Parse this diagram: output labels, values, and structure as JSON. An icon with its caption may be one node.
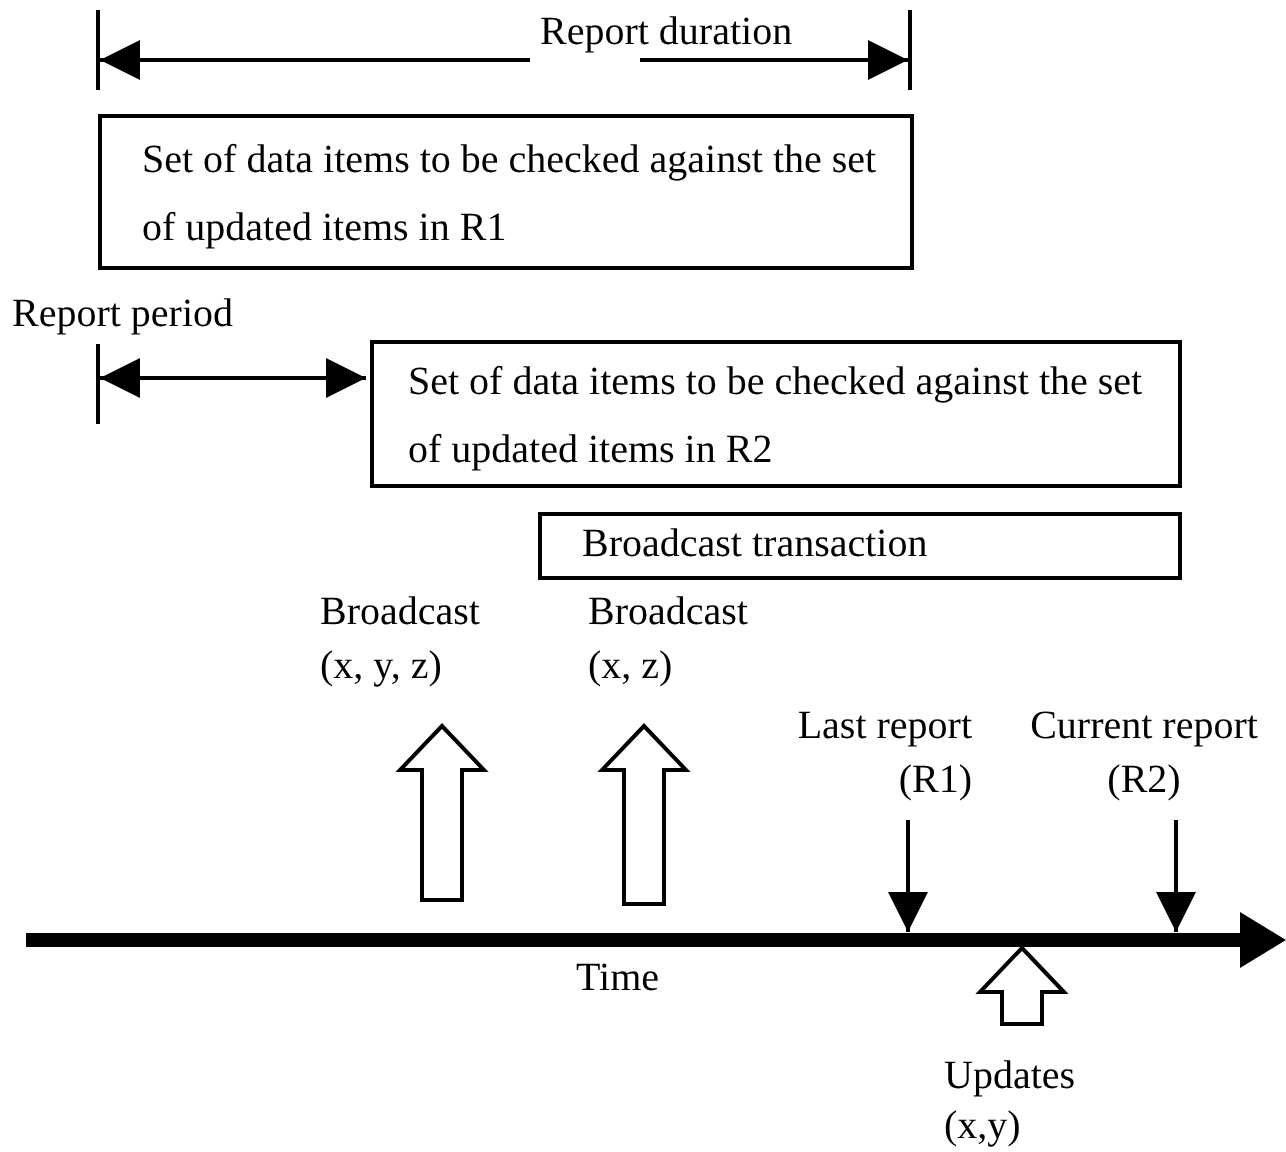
{
  "diagram": {
    "nodes": [
      {
        "text": [
          "Set of data items to be checked against the set of updated items in R1"
        ]
      },
      {
        "text": [
          "Set of data items to be checked against the set of updated items in R2"
        ]
      },
      {
        "text": [
          "Broadcast transaction"
        ]
      },
      {
        "text": [
          "Broadcast (x, y, z)"
        ]
      },
      {
        "text": [
          "Broadcast (x, z)"
        ]
      },
      {
        "text": [
          "Last report (R1)"
        ]
      },
      {
        "text": [
          "Current report (R2)"
        ]
      },
      {
        "text": [
          "Updates (x,y)"
        ]
      }
    ],
    "edges": [
      {
        "from": null,
        "to": 3,
        "arrow": "to",
        "style": "thick"
      },
      {
        "from": null,
        "to": 4,
        "arrow": "to",
        "style": "thick"
      },
      {
        "from": 5,
        "to": null,
        "arrow": "to"
      },
      {
        "from": 6,
        "to": null,
        "arrow": "to"
      },
      {
        "from": 7,
        "to": null,
        "arrow": "to",
        "style": "thick"
      }
    ],
    "labels": [
      "Report duration",
      "Report period",
      "Time"
    ]
  }
}
